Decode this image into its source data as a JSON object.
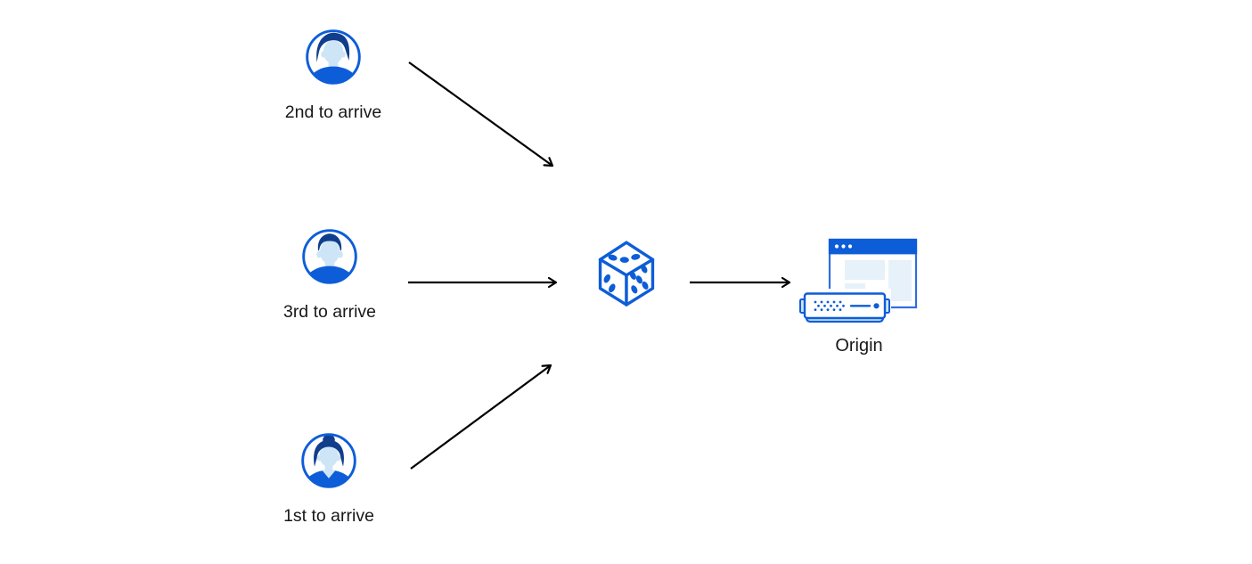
{
  "diagram": {
    "clients": [
      {
        "id": "client-2nd",
        "label": "2nd to arrive",
        "avatar": "man-side-part-avatar"
      },
      {
        "id": "client-3rd",
        "label": "3rd to arrive",
        "avatar": "man-short-hair-avatar"
      },
      {
        "id": "client-1st",
        "label": "1st to arrive",
        "avatar": "woman-bun-avatar"
      }
    ],
    "center": {
      "icon": "dice-icon"
    },
    "origin": {
      "label": "Origin",
      "icon": "origin-server-icon"
    },
    "arrows": [
      {
        "from": "client-2nd",
        "to": "dice"
      },
      {
        "from": "client-3rd",
        "to": "dice"
      },
      {
        "from": "client-1st",
        "to": "dice"
      },
      {
        "from": "dice",
        "to": "origin"
      }
    ]
  },
  "colors": {
    "primary_blue": "#0d5dd8",
    "window_border": "#2e6fe0",
    "dark_navy": "#113e8c",
    "light_face": "#cde5f6",
    "pale_panel": "#e7f1f9",
    "pale_server": "#cfe5f7",
    "arrow_black": "#000000",
    "text_color": "#17181a",
    "background": "#ffffff"
  }
}
